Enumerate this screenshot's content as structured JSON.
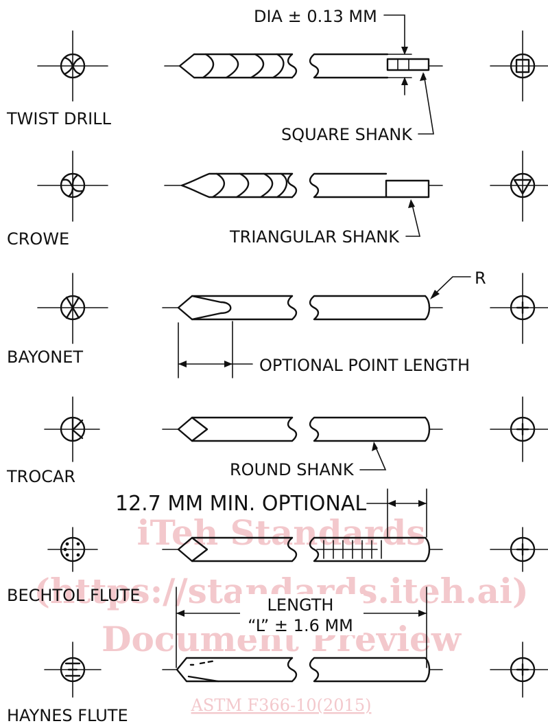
{
  "rows": [
    {
      "label": "TWIST DRILL",
      "end_icon": "square-icon",
      "shank_label": "SQUARE SHANK"
    },
    {
      "label": "CROWE",
      "end_icon": "triangle-icon",
      "shank_label": "TRIANGULAR SHANK"
    },
    {
      "label": "BAYONET",
      "end_icon": "round-icon",
      "annotation": "OPTIONAL POINT LENGTH"
    },
    {
      "label": "TROCAR",
      "end_icon": "round-icon",
      "shank_label": "ROUND SHANK"
    },
    {
      "label": "BECHTOL FLUTE",
      "end_icon": "round-icon"
    },
    {
      "label": "HAYNES FLUTE",
      "end_icon": "round-icon"
    }
  ],
  "dims": {
    "dia": "DIA ± 0.13 MM",
    "radius": "R",
    "min_optional": "12.7 MM MIN. OPTIONAL",
    "length_title": "LENGTH",
    "length_tol": "“L” ± 1.6 MM"
  },
  "watermark": {
    "line1": "iTeh Standards",
    "line2": "(https://standards.iteh.ai)",
    "line3": "Document Preview",
    "link": "ASTM F366-10(2015)"
  }
}
